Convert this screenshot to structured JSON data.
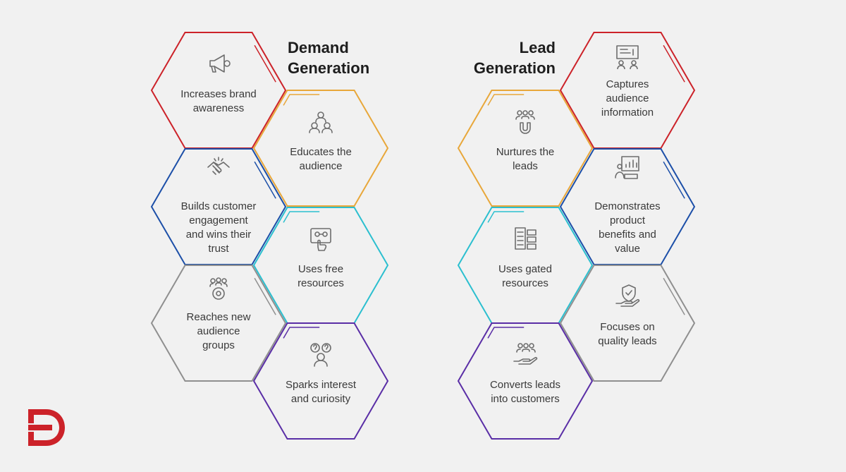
{
  "titles": {
    "demand": "Demand\nGeneration",
    "lead": "Lead\nGeneration"
  },
  "demand": [
    {
      "label": "Increases brand\nawareness",
      "color": "#cc2229",
      "icon": "megaphone-icon"
    },
    {
      "label": "Educates the\naudience",
      "color": "#e8a73a",
      "icon": "audience-group-icon"
    },
    {
      "label": "Builds customer\nengagement\nand wins their\ntrust",
      "color": "#1c4fa8",
      "icon": "handshake-icon"
    },
    {
      "label": "Uses free\nresources",
      "color": "#2bbfcf",
      "icon": "touch-screen-network-icon"
    },
    {
      "label": "Reaches new\naudience\ngroups",
      "color": "#8f8f8f",
      "icon": "target-audience-icon"
    },
    {
      "label": "Sparks interest\nand curiosity",
      "color": "#5a2ea6",
      "icon": "question-bubbles-icon"
    }
  ],
  "lead": [
    {
      "label": "Captures\naudience\ninformation",
      "color": "#cc2229",
      "icon": "presentation-board-icon"
    },
    {
      "label": "Nurtures the\nleads",
      "color": "#e8a73a",
      "icon": "magnet-people-icon"
    },
    {
      "label": "Demonstrates\nproduct\nbenefits and\nvalue",
      "color": "#1c4fa8",
      "icon": "analytics-presenter-icon"
    },
    {
      "label": "Uses gated\nresources",
      "color": "#2bbfcf",
      "icon": "locked-documents-icon"
    },
    {
      "label": "Focuses on\nquality leads",
      "color": "#8f8f8f",
      "icon": "shield-hand-icon"
    },
    {
      "label": "Converts leads\ninto customers",
      "color": "#5a2ea6",
      "icon": "hand-people-icon"
    }
  ],
  "logo": {
    "color": "#cc2229",
    "icon": "brand-logo-icon"
  }
}
